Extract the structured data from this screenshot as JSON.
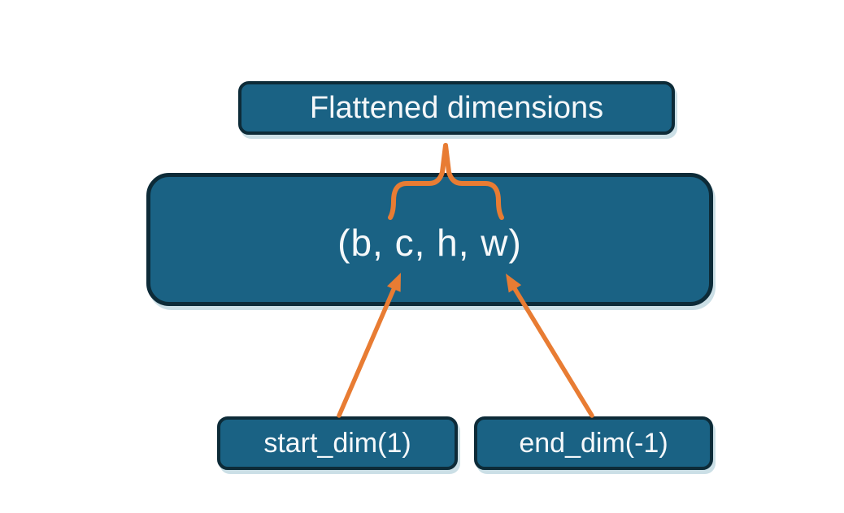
{
  "theme": {
    "background": "#ffffff",
    "node_fill": "#1a6284",
    "node_border": "#0d2b38",
    "node_text": "#f5f8fa",
    "connector": "#e87c33"
  },
  "diagram": {
    "title_box": {
      "label": "Flattened dimensions"
    },
    "tensor_box": {
      "label": "(b, c, h, w)"
    },
    "start_dim_box": {
      "label": "start_dim(1)"
    },
    "end_dim_box": {
      "label": "end_dim(-1)"
    },
    "connectors": [
      {
        "id": "flatten-brace",
        "type": "brace",
        "from": "tensor_box dims c,h,w",
        "to": "title_box"
      },
      {
        "id": "start-dim-arrow",
        "type": "arrow",
        "from": "start_dim_box",
        "to": "tensor_box dim c"
      },
      {
        "id": "end-dim-arrow",
        "type": "arrow",
        "from": "end_dim_box",
        "to": "tensor_box dim w"
      }
    ]
  }
}
